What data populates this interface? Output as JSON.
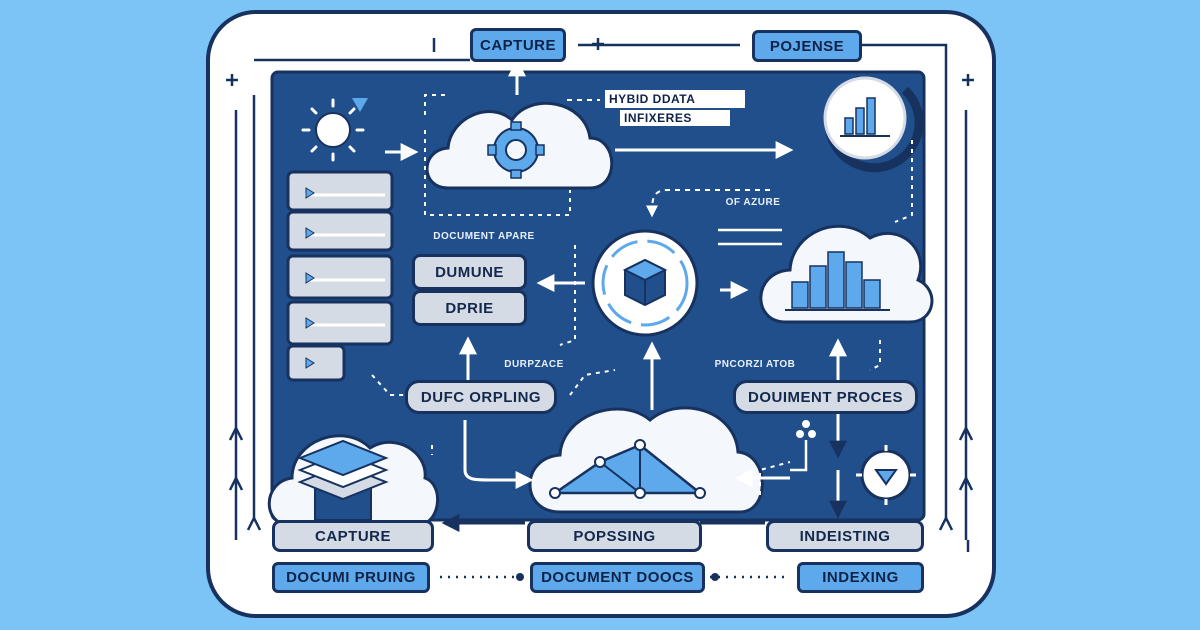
{
  "top": {
    "capture_label": "CAPTURE",
    "pojense_label": "POJENSE"
  },
  "header_text": {
    "line1": "HYBID DDATA",
    "line2": "INFIXERES"
  },
  "middle": {
    "of_azure": "OF AZURE",
    "document_apare": "DOCUMENT APARE",
    "dumune": "DUMUNE",
    "dprie": "DPRIE",
    "durpzace": "DURPZACE",
    "pncorzi_atob": "PNCORZI ATOB",
    "dufc_orpling": "DUFC ORPLING",
    "douiment_proces": "DOUIMENT PROCES"
  },
  "bottom_row": {
    "capture": "CAPTURE",
    "popssing": "POPSSING",
    "indeisting": "INDEISTING"
  },
  "footer": {
    "documi_pruing": "DOCUMI PRUING",
    "document_doocs": "DOCUMENT DOOCS",
    "indexing": "INDEXING"
  },
  "colors": {
    "background": "#7cc3f6",
    "frame": "#17325f",
    "panel": "#214f8c",
    "accent_blue": "#5ea8ec",
    "cloud_white": "#f4f7fb",
    "pill_grey": "#d5dbe4"
  },
  "icons": [
    "sun-icon",
    "gear-icon",
    "bar-chart-icon",
    "cube-icon",
    "layers-icon",
    "triangle-network-icon",
    "filter-icon",
    "tree-icon"
  ]
}
